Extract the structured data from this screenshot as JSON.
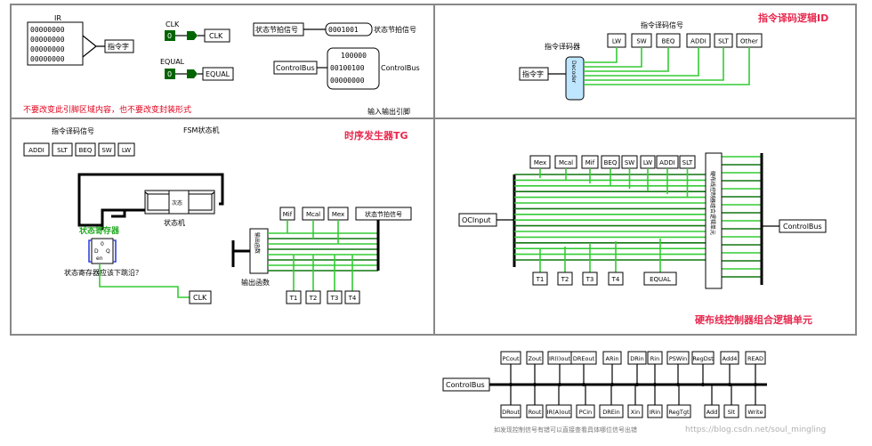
{
  "panels": {
    "io": {
      "footer": "输入输出引脚",
      "warning": "不要改变此引脚区域内容，也不要改变封装形式"
    },
    "id": {
      "title": "指令译码逻辑ID",
      "decoder_label": "指令译码器",
      "signals_label": "指令译码信号",
      "decoder": "Decoder",
      "input": "指令字"
    },
    "tg": {
      "title": "时序发生器TG",
      "signals_label": "指令译码信号",
      "fsm_label": "FSM状态机",
      "state_reg": "状态寄存器",
      "state_machine": "状态机",
      "output_func": "输出函数",
      "next_question": "状态寄存器应该下跳沿？",
      "reg_box": "状态寄存",
      "reg_d": "D",
      "reg_q": "Q",
      "reg_en": "en",
      "reg_zero": "0",
      "next_box": "次态",
      "out_box": "输出函数"
    },
    "hw": {
      "title": "硬布线控制器组合逻辑单元",
      "unit": "硬布线控制器组合逻辑单元"
    }
  },
  "io": {
    "ir_label": "IR",
    "ir_bits": [
      "00000000",
      "00000000",
      "00000000",
      "00000000"
    ],
    "ir_out": "指令字",
    "clk_label": "CLK",
    "clk_val": "0",
    "clk_out": "CLK",
    "equal_label": "EQUAL",
    "equal_val": "0",
    "equal_out": "EQUAL",
    "tg_in": "状态节拍信号",
    "tg_bits": "0001001",
    "tg_out": "状态节拍信号",
    "cb_in": "ControlBus",
    "cb_bits_1": "100000",
    "cb_bits_2": "00100100",
    "cb_bits_3": "00000000",
    "cb_out": "ControlBus"
  },
  "id_signals": [
    "LW",
    "SW",
    "BEQ",
    "ADDI",
    "SLT",
    "Other"
  ],
  "tg_signals": [
    "ADDI",
    "SLT",
    "BEQ",
    "SW",
    "LW"
  ],
  "tg_outputs": [
    "Mif",
    "Mcal",
    "Mex",
    "状态节拍信号"
  ],
  "tg_pulses": [
    "T1",
    "T2",
    "T3",
    "T4"
  ],
  "tg_clk": "CLK",
  "hw_top": [
    "Mex",
    "Mcal",
    "Mif",
    "BEQ",
    "SW",
    "LW",
    "ADDI",
    "SLT"
  ],
  "hw_bottom": [
    "T1",
    "T2",
    "T3",
    "T4",
    "EQUAL"
  ],
  "hw_in": "OCInput",
  "hw_out": "ControlBus",
  "bus": {
    "label": "ControlBus",
    "top": [
      "PCout",
      "Zout",
      "IR(I)out",
      "DREout",
      "ARin",
      "DRin",
      "Rin",
      "PSWin",
      "RegDst",
      "Add4",
      "READ"
    ],
    "bottom": [
      "DRout",
      "Rout",
      "IR(A)out",
      "PCin",
      "DREin",
      "Xin",
      "IRin",
      "RegTgt",
      "Add",
      "Slt",
      "Write"
    ],
    "note": "如发现控制信号有错可以直接查看具体哪位信号出错"
  },
  "watermark": "https://blog.csdn.net/soul_mingling"
}
